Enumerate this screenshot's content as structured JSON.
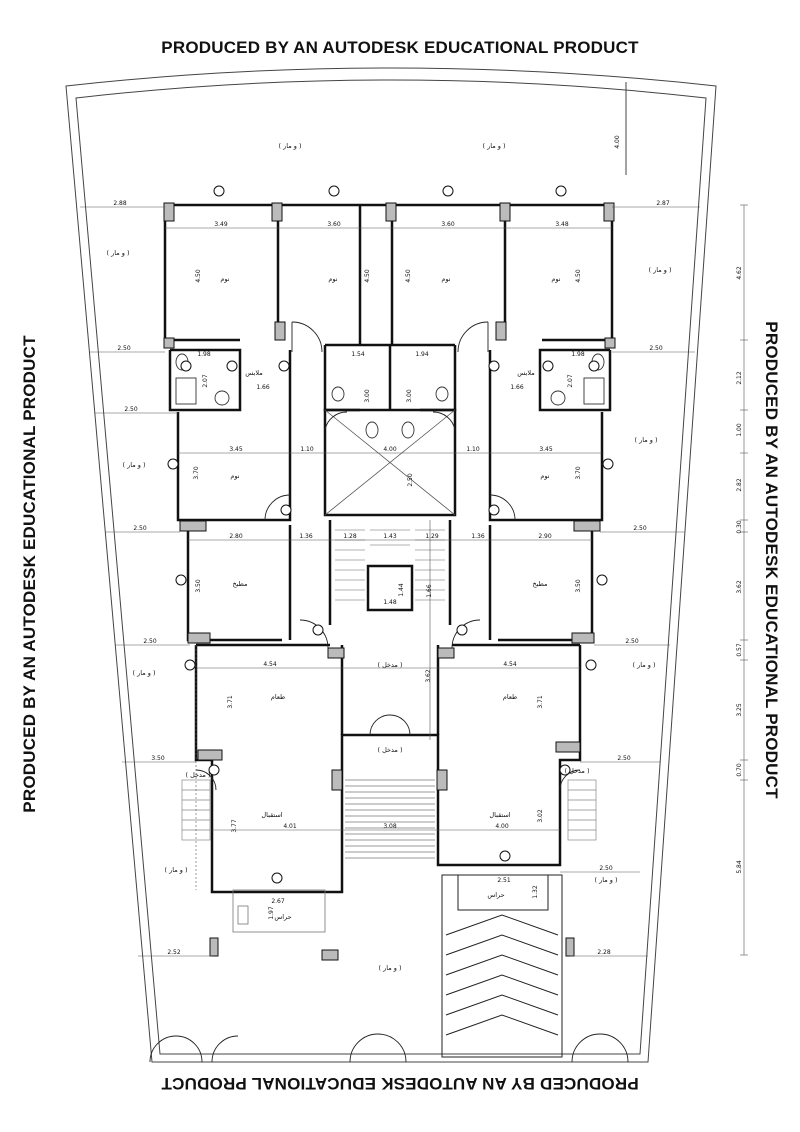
{
  "watermark": "PRODUCED BY AN AUTODESK EDUCATIONAL PRODUCT",
  "rooms": {
    "rev_ul": "( ﻭ ﻣﺎﺭ )",
    "rev_ur": "( ﻭ ﻣﺎﺭ )",
    "left_mid": "( ﻭ ﻣﺎﺭ )",
    "right_mid": "( ﻭ ﻣﺎﺭ )",
    "bottom": "( ﻭ ﻣﺎﺭ )",
    "bedroom": "ﻧﻮﻡ",
    "kitchen": "ﻣﻄﺒﺦ",
    "dining": "ﻃﻌﺎﻡ",
    "reception": "ﺍﺳﺘﻘﺒﺎﻝ",
    "clothes": "ﻣﻼﺑﺲ",
    "entrance": "( ﻣﺪﺧﻞ )",
    "guard": "ﺣﺮﺍﺱ"
  },
  "dims": {
    "d288": "2.88",
    "d287": "2.87",
    "d349": "3.49",
    "d360": "3.60",
    "d348": "3.48",
    "d450": "4.50",
    "d250": "2.50",
    "d198": "1.98",
    "d154": "1.54",
    "d194": "1.94",
    "d207": "2.07",
    "d166": "1.66",
    "d300": "3.00",
    "d345": "3.45",
    "d110": "1.10",
    "d400": "4.00",
    "d370": "3.70",
    "d280": "2.80",
    "d136": "1.36",
    "d128": "1.28",
    "d143": "1.43",
    "d129": "1.29",
    "d290": "2.90",
    "d350": "3.50",
    "d144": "1.44",
    "d148": "1.48",
    "d166b": "1.66",
    "d454": "4.54",
    "d371": "3.71",
    "d362": "3.62",
    "d377": "3.77",
    "d401": "4.01",
    "d308": "3.08",
    "d302": "3.02",
    "d267": "2.67",
    "d197": "1.97",
    "d251": "2.51",
    "d132": "1.32",
    "d252": "2.52",
    "d228": "2.28",
    "r462": "4.62",
    "r212": "2.12",
    "r100": "1.00",
    "r282": "2.82",
    "r030": "0.30",
    "r362": "3.62",
    "r057": "0.57",
    "r325": "3.25",
    "r070": "0.70",
    "r584": "5.84",
    "t400": "4.00"
  }
}
